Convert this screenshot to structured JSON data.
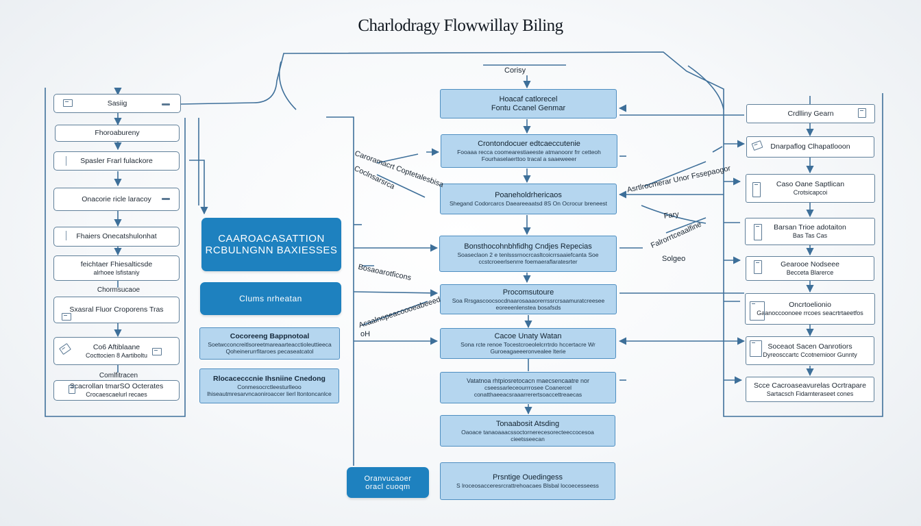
{
  "title": "Charlodragy Flowwillay Biling",
  "top_label": "Corisy",
  "left": {
    "items": [
      {
        "label": "Sasiig"
      },
      {
        "label": "Fhoroabureny"
      },
      {
        "label": "Spasler Frarl fulackore"
      },
      {
        "label": "Onacorie ricle laracoy"
      },
      {
        "label": "Fhaiers Onecatshulonhat"
      },
      {
        "label": "feichtaer Fhiesalticsde",
        "sub": "alrhoee lsfistaniy"
      },
      {
        "label": "Sxasral Fluor Croporens Tras"
      },
      {
        "label": "Co6 Aftiblaane",
        "sub": "Cocttocien 8 Aartiboltu"
      },
      {
        "label": "Scacrollan tmarSO Octerates",
        "sub": "Crocaescaelurl recaes"
      }
    ],
    "floating_labels": [
      "Chormsucaoe",
      "Comlfitracen"
    ]
  },
  "mid_left": {
    "main_block": {
      "line1": "CAAROACASATTION",
      "line2": "RCBULNGNN BAXIESSES"
    },
    "secondary_block": "Clums nrheatan",
    "box1": {
      "title": "Cocoreeng Bappnotoal",
      "sub": "Soetwcconcreitlsoreetmareaarteacctioleuttieeca Qoheinerurrfitaroes pecaseatcatol"
    },
    "box2": {
      "title": "Rlocacecccnie Ihsniine Cnedong",
      "sub": "Conmesocrctleesturlleoo lhiseautmresarvncaoniroaccer lierl ltontoncanlce"
    },
    "bottom_block": {
      "line1": "Oranvucaoer",
      "line2": "oracl cuoqm"
    }
  },
  "center": {
    "boxes": [
      {
        "title": "Hoacaf catlorecel",
        "sub": "Fontu Ccanel Genmar"
      },
      {
        "title": "Crontondocuer edtcaeccutenie",
        "sub": "Fooaaa recca coomearestiaeeste atmanoonr frr cetteoh Fourhaselaerttoo tracal a saaeweeer"
      },
      {
        "title": "Poaneholdrhericaos",
        "sub": "Shegand Codorcarcs Daeareeaatsd 8S On Ocrocur breneest"
      },
      {
        "title": "Bonsthocohnbhfidhg Cndjes Repecias",
        "sub": "Soaseclaon 2 e tenlsssrnocrcasltcoicrrsaaiefcanta Soe ccstcroeerlsenrre foemaeraflaratesrter"
      },
      {
        "title": "Procomsutoure",
        "sub": "Soa Rrsgascoocsocdnaarosaaaorerrssrcrsaamuratcreesee eoreeenlenstea bosafsds"
      },
      {
        "title": "Cacoe Unaty Watan",
        "sub": "Sona rcte renoe Tocestcroeolelcrrtrdo hccertacre Wr Guroeagaeeeronvealee lterie"
      },
      {
        "title": "Vatatnoa rhtpiosretocacn maecsencaatre nor",
        "sub": "cseessarleceourrrosee Coanercel conatthaeeacsraaarrerertsoaccettreaecas"
      },
      {
        "title": "Tonaabosit Atsding",
        "sub": "Oaoace tanaoaaacssoctornerecesorecteeccocesoa cieetsseecan"
      },
      {
        "title": "Prsntige Ouedingess",
        "sub": "S lroceosacceresrcrattrehoacaes Blsbal locoecesseess"
      }
    ]
  },
  "right": {
    "boxes": [
      {
        "title": "Crdlliny Gearn"
      },
      {
        "title": "Dnarpaflog Clhapatlooon"
      },
      {
        "title": "Caso Oane Saptlican",
        "sub": "Crotsicapcoi"
      },
      {
        "title": "Barsan Trioe adotaiton",
        "sub": "Bas Tas Cas"
      },
      {
        "title": "Gearooe Nodseee",
        "sub": "Becceta Blarerce"
      },
      {
        "title": "Oncrtoelionio",
        "sub": "Gaanoccoonoee rrcoes seacrtrtaeetfos"
      },
      {
        "title": "Soceaot Sacen Oanrotiors",
        "sub": "Dyreosccartc Ccotnemioor Gunnty"
      },
      {
        "title": "Scce Cacroaseavurelas Ocrtrapare",
        "sub": "Sartacsch Fidamteraseet cones"
      }
    ]
  },
  "annotations": {
    "a1": "Caroramacrt Coptetalesbisa",
    "a2": "Coclnsarsrca",
    "a3": "Asrtlrocmerar Unor Fssepaogor",
    "a4": "Fary",
    "a5": "Falrorrtceaalfine",
    "a6": "Solgeo",
    "a7": "Bosaoarotficons",
    "a8": "Acaalnopeacoooeabeeed",
    "a9": "oH"
  }
}
